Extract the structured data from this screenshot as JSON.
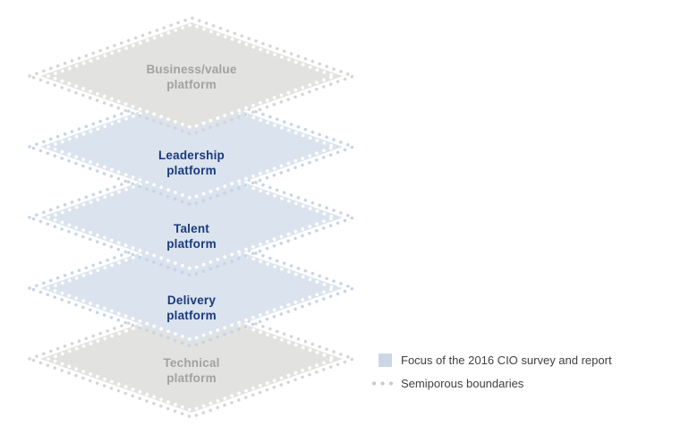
{
  "diagram": {
    "platforms": [
      {
        "id": "business-value",
        "line1": "Business/value",
        "line2": "platform",
        "fill": "#e2e2e0",
        "border_dot_color": "#d5d5d3",
        "label_color": "#a2a2a0",
        "highlighted": false
      },
      {
        "id": "leadership",
        "line1": "Leadership",
        "line2": "platform",
        "fill": "#dae3ee",
        "border_dot_color": "#c6d4e6",
        "label_color": "#1a3a7d",
        "highlighted": true
      },
      {
        "id": "talent",
        "line1": "Talent",
        "line2": "platform",
        "fill": "#dae3ee",
        "border_dot_color": "#c6d4e6",
        "label_color": "#1a3a7d",
        "highlighted": true
      },
      {
        "id": "delivery",
        "line1": "Delivery",
        "line2": "platform",
        "fill": "#dae3ee",
        "border_dot_color": "#c6d4e6",
        "label_color": "#1a3a7d",
        "highlighted": true
      },
      {
        "id": "technical",
        "line1": "Technical",
        "line2": "platform",
        "fill": "#e2e2e0",
        "border_dot_color": "#d5d5d3",
        "label_color": "#a2a2a0",
        "highlighted": false
      }
    ],
    "inner_dot_color": "#ffffff"
  },
  "legend": {
    "label_color": "#404040",
    "items": [
      {
        "type": "swatch",
        "swatch_color": "#cbd7e4",
        "label": "Focus of the 2016 CIO survey and report"
      },
      {
        "type": "dots",
        "dot_color": "#c8c8c8",
        "label": "Semiporous boundaries"
      }
    ]
  }
}
